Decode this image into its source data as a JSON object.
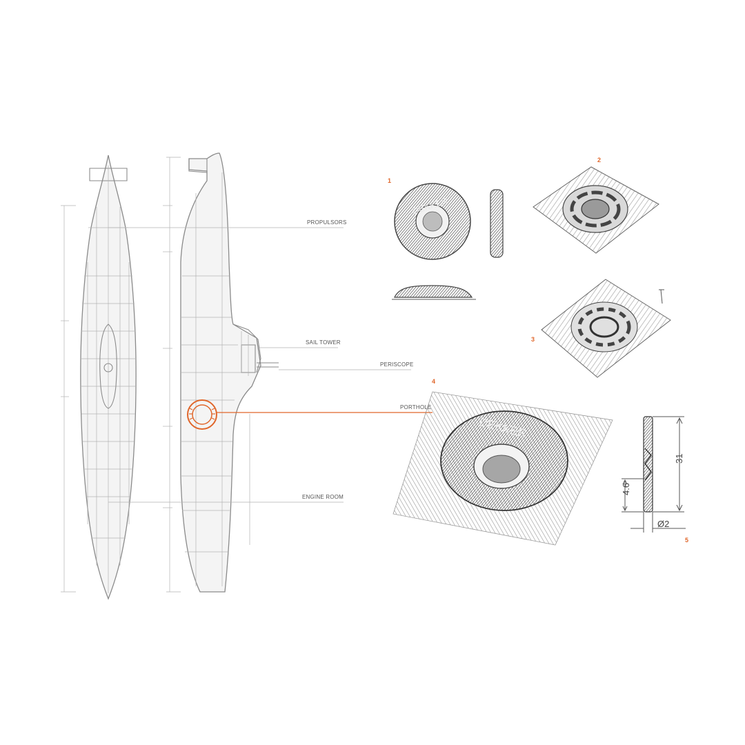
{
  "colors": {
    "accent": "#e0662a",
    "line": "#8a8a8a",
    "pencil": "#555555",
    "background": "#ffffff"
  },
  "callouts": {
    "propulsors": "PROPULSORS",
    "sail_tower": "SAIL TOWER",
    "periscope": "PERISCOPE",
    "porthole": "PORTHOLE",
    "engine_room": "ENGINE ROOM"
  },
  "sketch_numbers": [
    "1",
    "2",
    "3",
    "4",
    "5"
  ],
  "emboss_text": "DEKKER",
  "dimensions": {
    "length": "31",
    "offset": "4.6",
    "diameter": "Ø2"
  }
}
